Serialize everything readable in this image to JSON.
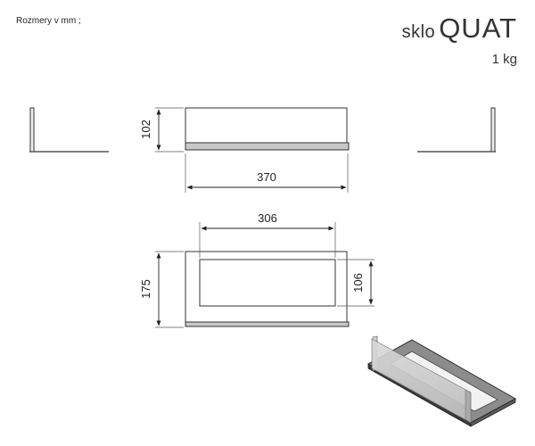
{
  "header": {
    "note": "Rozmery v mm ;",
    "title_prefix": "sklo",
    "title_name": "QUAT",
    "weight": "1 kg"
  },
  "dimensions": {
    "front_height": "102",
    "front_width": "370",
    "inner_width": "306",
    "top_depth": "175",
    "inner_depth": "106"
  }
}
